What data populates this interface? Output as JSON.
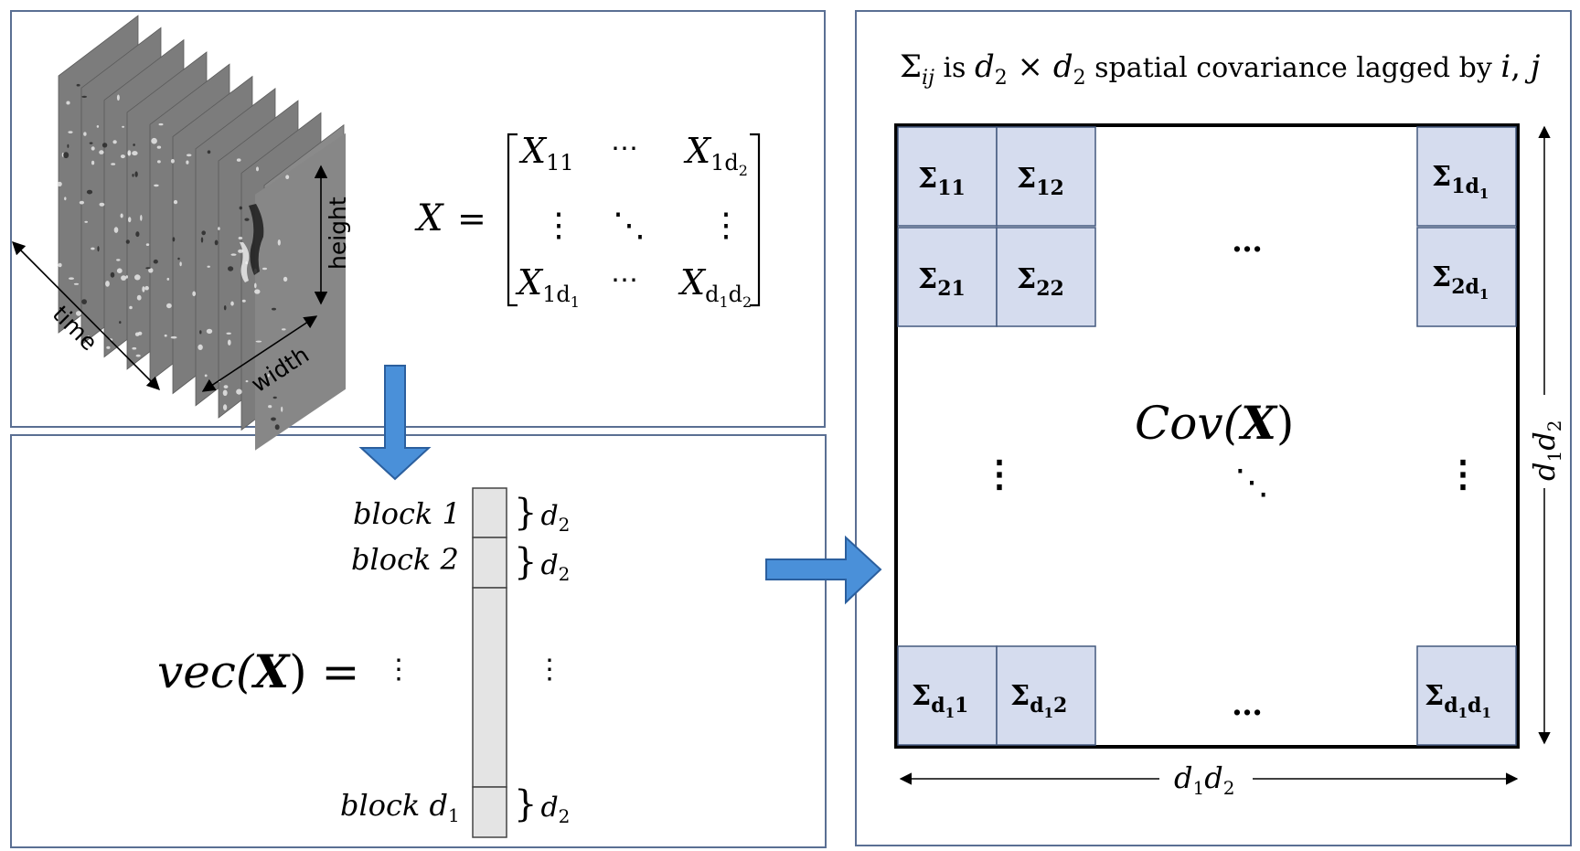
{
  "frames": {
    "labels": {
      "time": "time",
      "width": "width",
      "height": "height"
    }
  },
  "matrix_x": {
    "lhs": "X",
    "eq": "=",
    "entries": {
      "top_left": "X",
      "top_left_sub": "11",
      "top_mid": "⋯",
      "top_right": "X",
      "top_right_sub": "1d",
      "top_right_subsub": "2",
      "mid_left": "⋮",
      "mid_mid": "⋱",
      "mid_right": "⋮",
      "bot_left": "X",
      "bot_left_sub": "1d",
      "bot_left_subsub": "1",
      "bot_mid": "⋯",
      "bot_right": "X",
      "bot_right_sub": "d",
      "bot_right_subsub_a": "1",
      "bot_right_sub_b": "d",
      "bot_right_subsub_b": "2"
    }
  },
  "vec": {
    "label": "vec(",
    "label_bold": "X",
    "label_close": ") =",
    "left_dots": "⋮",
    "inner_dots": "⋮",
    "blocks": [
      {
        "name": "block 1",
        "sub": "",
        "brace": "}",
        "size": "d",
        "size_sub": "2"
      },
      {
        "name": "block 2",
        "sub": "",
        "brace": "}",
        "size": "d",
        "size_sub": "2"
      },
      {
        "name": "block d",
        "sub": "1",
        "brace": "}",
        "size": "d",
        "size_sub": "2"
      }
    ]
  },
  "cov": {
    "title_parts": {
      "sigma": "Σ",
      "sigma_sub": "ij",
      "is": " is ",
      "d_a": "d",
      "d_a_sub": "2",
      "times": " × ",
      "d_b": "d",
      "d_b_sub": "2",
      "rest": " spatial covariance lagged by ",
      "i": "i",
      "comma": ", ",
      "j": "j"
    },
    "center_label": "Cov(",
    "center_bold": "X",
    "center_close": ")",
    "dots_h": "…",
    "dots_v": "⋮",
    "dots_diag": "⋱",
    "cells": [
      {
        "id": "s11",
        "sym": "Σ",
        "sub": "11",
        "subsub": "",
        "sub2": ""
      },
      {
        "id": "s12",
        "sym": "Σ",
        "sub": "12",
        "subsub": "",
        "sub2": ""
      },
      {
        "id": "s1d1",
        "sym": "Σ",
        "sub": "1d",
        "subsub": "1",
        "sub2": ""
      },
      {
        "id": "s21",
        "sym": "Σ",
        "sub": "21",
        "subsub": "",
        "sub2": ""
      },
      {
        "id": "s22",
        "sym": "Σ",
        "sub": "22",
        "subsub": "",
        "sub2": ""
      },
      {
        "id": "s2d1",
        "sym": "Σ",
        "sub": "2d",
        "subsub": "1",
        "sub2": ""
      },
      {
        "id": "sd11",
        "sym": "Σ",
        "sub": "d",
        "subsub": "1",
        "sub2": "1"
      },
      {
        "id": "sd12",
        "sym": "Σ",
        "sub": "d",
        "subsub": "1",
        "sub2": "2"
      },
      {
        "id": "sd1d1",
        "sym": "Σ",
        "sub": "d",
        "subsub": "1",
        "sub2": "d",
        "sub2sub": "1"
      }
    ],
    "dim_bottom": "d",
    "dim_bottom_sub1": "1",
    "dim_bottom_mid": "d",
    "dim_bottom_sub2": "2",
    "dim_right": "d",
    "dim_right_sub1": "1",
    "dim_right_mid": "d",
    "dim_right_sub2": "2"
  },
  "colors": {
    "arrow_fill": "#4a90d9",
    "arrow_stroke": "#2b5f9e",
    "panel_border": "#5a6f93",
    "cell_fill": "#d5dcee"
  }
}
